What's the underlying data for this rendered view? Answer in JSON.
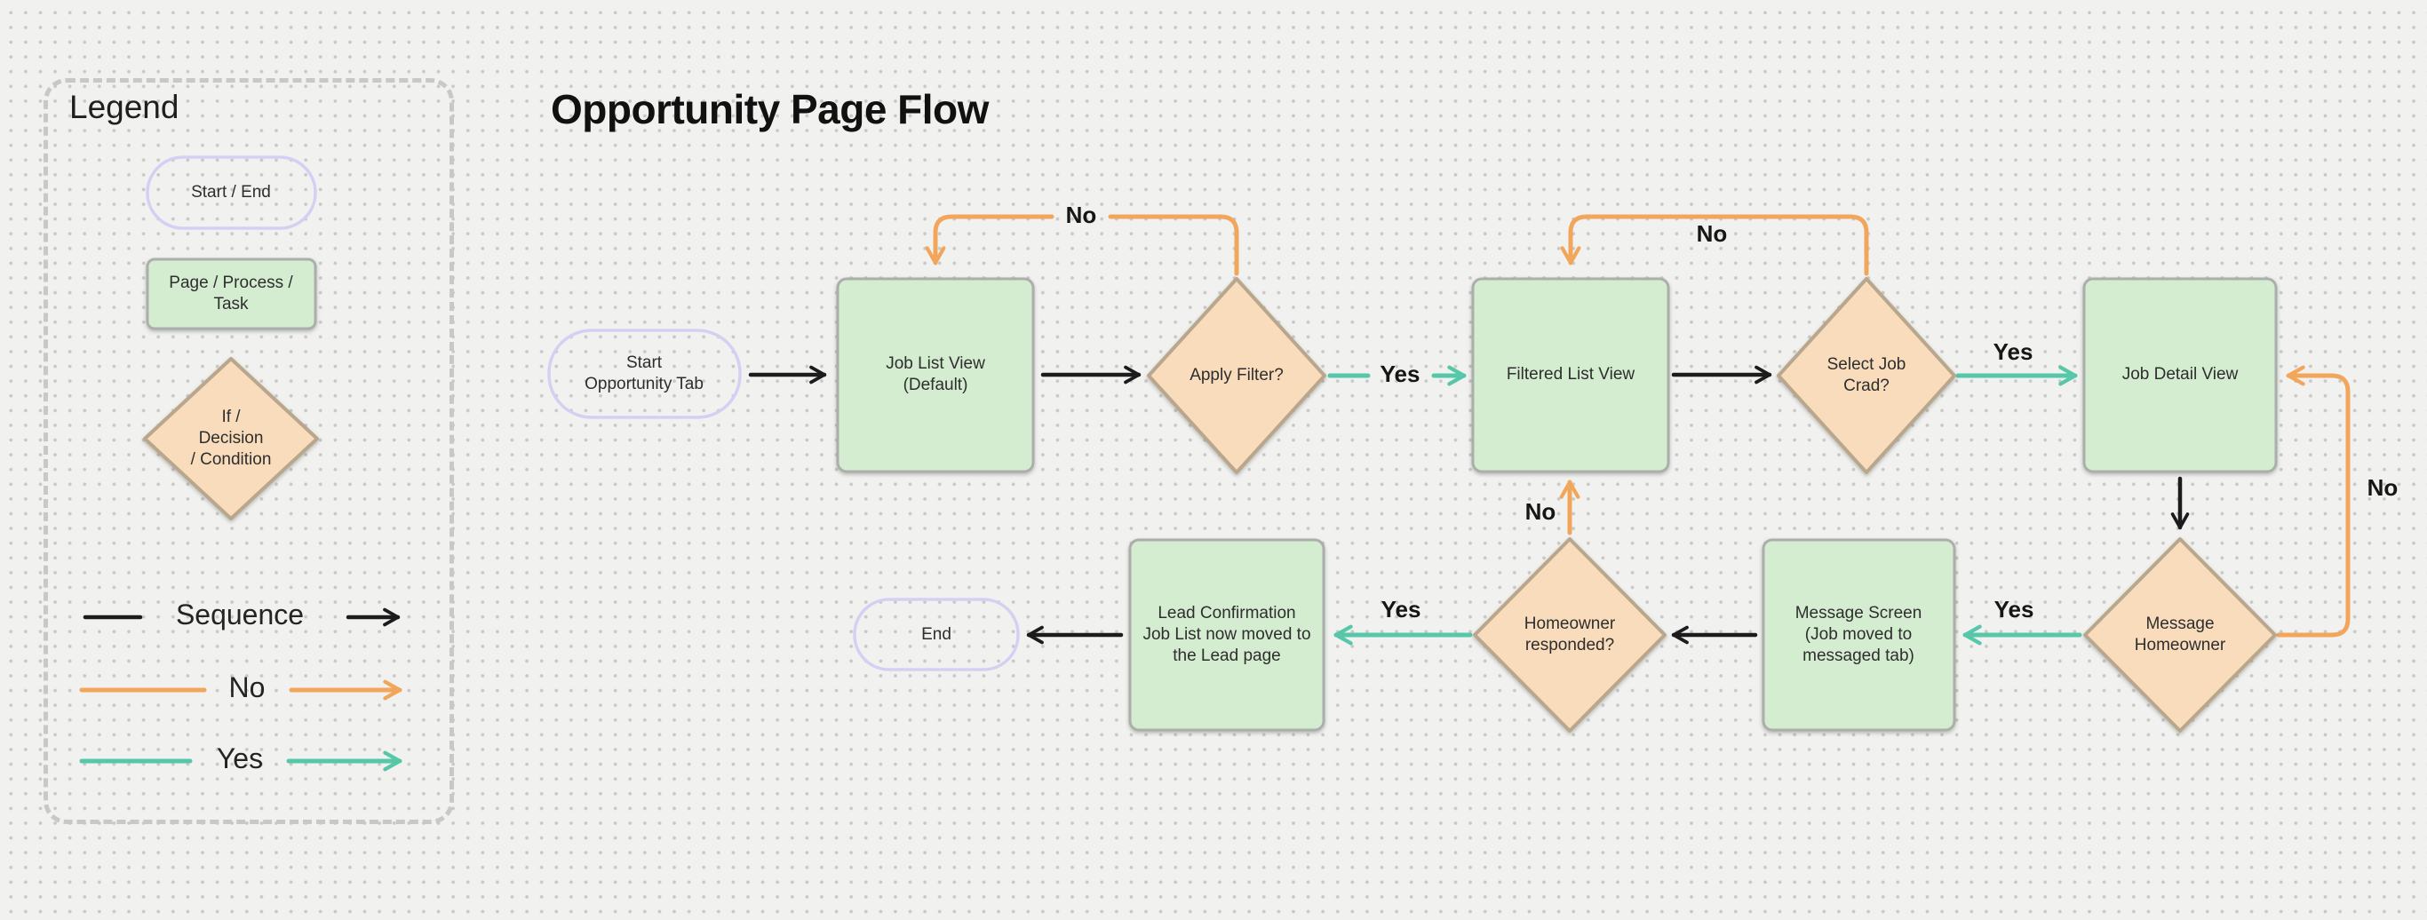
{
  "title": "Opportunity Page Flow",
  "legend": {
    "heading": "Legend",
    "terminal_label": "Start / End",
    "process_label": {
      "lines": [
        "Page / Process /",
        "Task"
      ]
    },
    "decision_label": {
      "lines": [
        "If /",
        "Decision",
        "/ Condition"
      ]
    },
    "rows": {
      "sequence": "Sequence",
      "no": "No",
      "yes": "Yes"
    }
  },
  "nodes": {
    "start": {
      "lines": [
        "Start",
        "Opportunity Tab"
      ]
    },
    "job_list": {
      "lines": [
        "Job List View",
        "(Default)"
      ]
    },
    "apply_filter": {
      "lines": [
        "Apply Filter?"
      ]
    },
    "filtered_list": {
      "lines": [
        "Filtered List View"
      ]
    },
    "select_job": {
      "lines": [
        "Select Job",
        "Crad?"
      ]
    },
    "job_detail": {
      "lines": [
        "Job Detail View"
      ]
    },
    "message_homeowner": {
      "lines": [
        "Message",
        "Homeowner"
      ]
    },
    "message_screen": {
      "lines": [
        "Message Screen",
        "(Job moved to",
        "messaged tab)"
      ]
    },
    "homeowner_responded": {
      "lines": [
        "Homeowner",
        "responded?"
      ]
    },
    "lead_confirmation": {
      "lines": [
        "Lead Confirmation",
        "Job List now moved to",
        "the Lead page"
      ]
    },
    "end": {
      "lines": [
        "End"
      ]
    }
  },
  "edge_labels": {
    "apply_filter_no": "No",
    "apply_filter_yes": "Yes",
    "select_job_no": "No",
    "select_job_yes": "Yes",
    "message_homeowner_no": "No",
    "message_homeowner_yes": "Yes",
    "homeowner_responded_no": "No",
    "homeowner_responded_yes": "Yes"
  },
  "colors": {
    "background": "#f1f1ef",
    "grid_dot": "#c8c8c6",
    "process_fill": "#d4edd0",
    "process_border": "#abaeaa",
    "decision_fill": "#f8dcbc",
    "decision_border": "#b9a78d",
    "terminal_border": "#d7cff3",
    "sequence_arrow": "#1c1c1c",
    "no_arrow": "#f2a65c",
    "yes_arrow": "#57c7aa",
    "legend_border": "#c7c9c7"
  }
}
